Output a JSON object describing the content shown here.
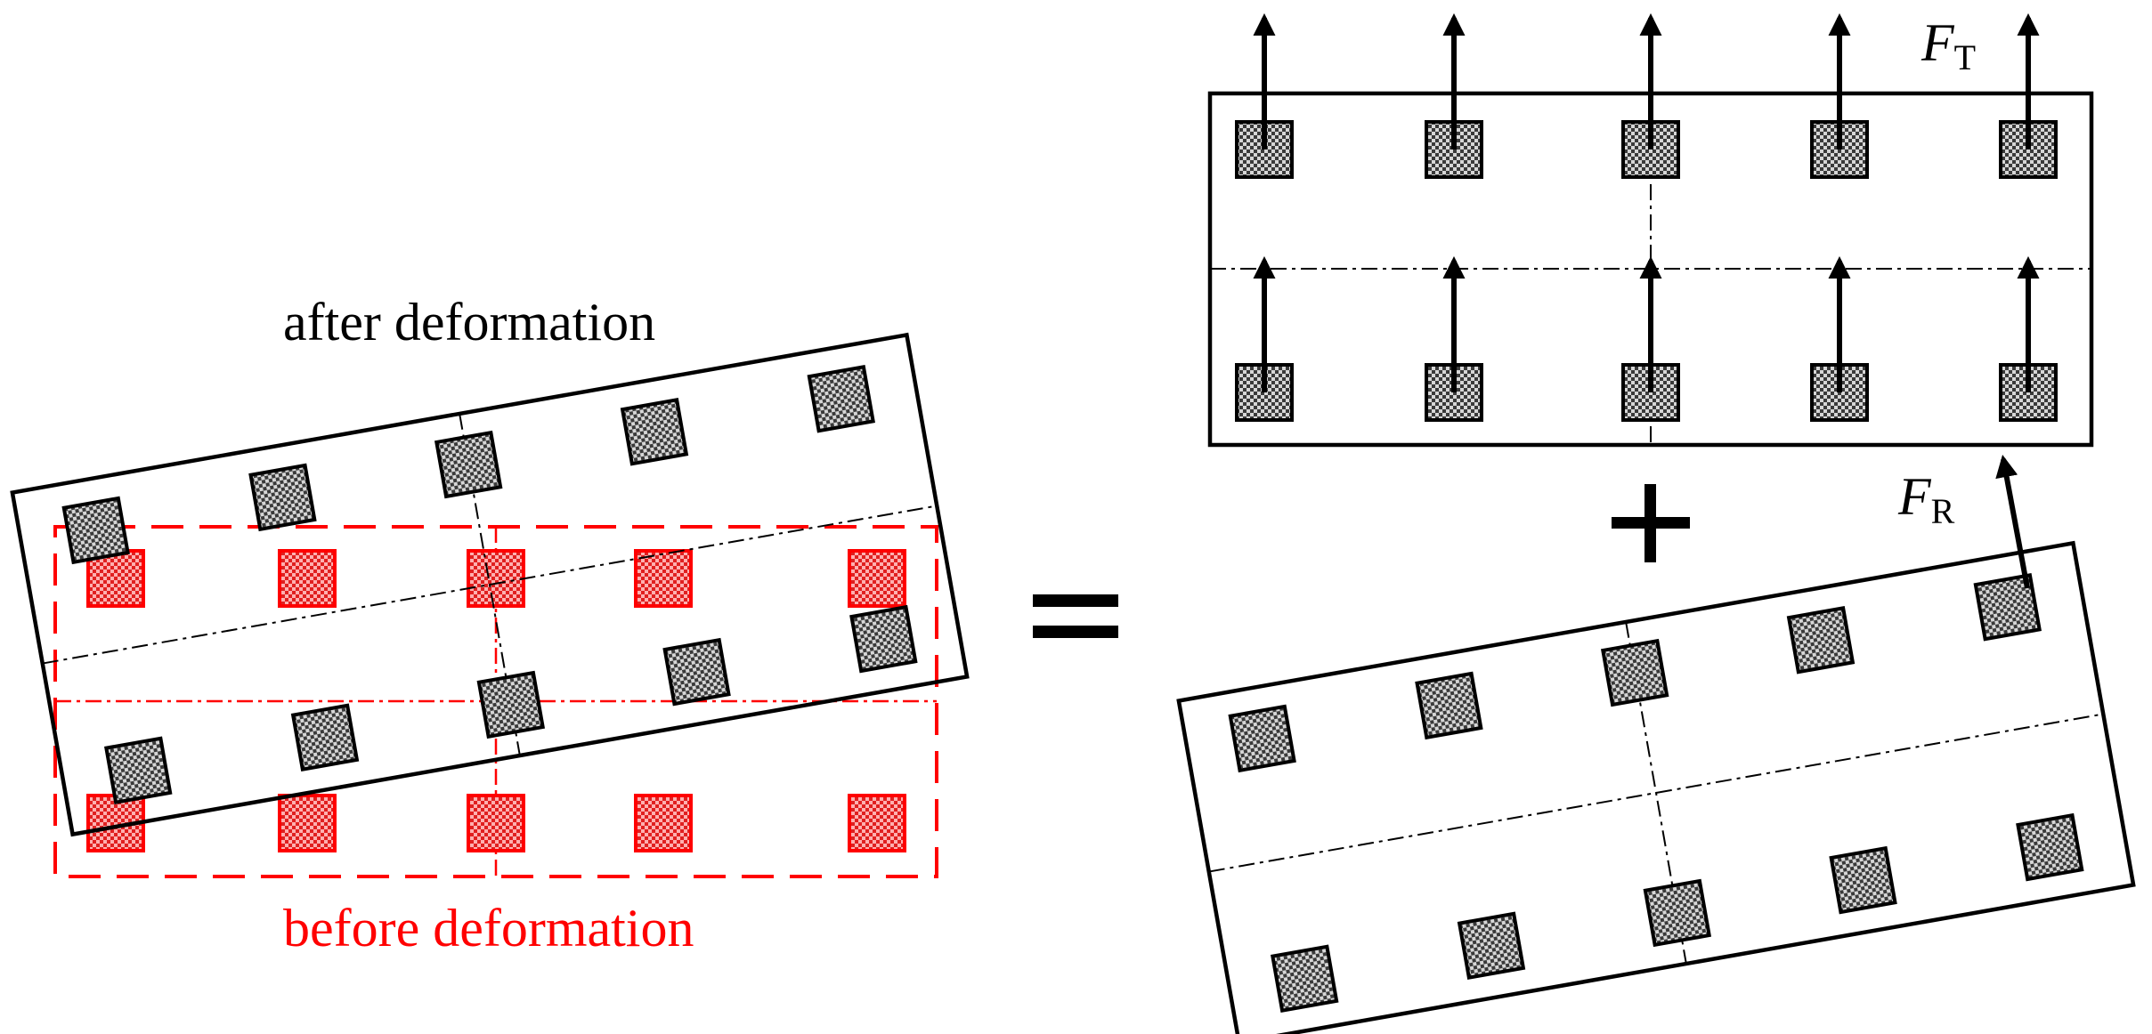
{
  "labels": {
    "after": "after deformation",
    "before": "before deformation",
    "ft_main": "F",
    "ft_sub": "T",
    "fr_main": "F",
    "fr_sub": "R",
    "equals": "=",
    "plus": "+"
  },
  "colors": {
    "black": "#000000",
    "red": "#ff0000",
    "node_dark": "#3a3a3a",
    "node_light": "#d6d6d6",
    "red_node_dark": "#e02020",
    "red_node_light": "#ffb0b0"
  },
  "icons": {
    "node": "checkered-square-node",
    "arrow": "force-arrow"
  }
}
